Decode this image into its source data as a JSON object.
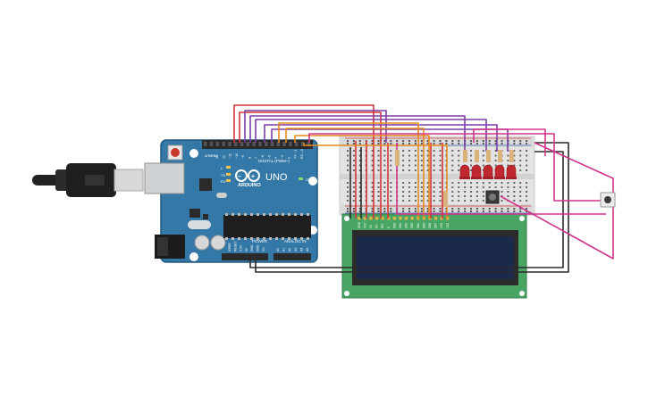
{
  "arduino": {
    "brand": "ARDUINO",
    "model": "UNO",
    "digital_label": "DIGITAL (PWM~)",
    "power_label": "POWER",
    "analog_label": "ANALOG IN",
    "on_label": "ON",
    "aref_label": "AREF",
    "gnd_label": "GND",
    "tx_label": "TX",
    "rx_label": "RX",
    "l_label": "L",
    "digital_pins": [
      "13",
      "12",
      "~11",
      "~10",
      "~9",
      "8",
      "7",
      "~6",
      "~5",
      "4",
      "~3",
      "2",
      "TX→1",
      "RX←0"
    ],
    "power_pins": [
      "IOREF",
      "RESET",
      "3.3V",
      "5V",
      "GND",
      "GND",
      "Vin"
    ],
    "analog_pins": [
      "A0",
      "A1",
      "A2",
      "A3",
      "A4",
      "A5"
    ]
  },
  "lcd": {
    "pin_labels": [
      "GND",
      "VCC",
      "V0",
      "RS",
      "RW",
      "E",
      "DB0",
      "DB1",
      "DB2",
      "DB3",
      "DB4",
      "DB5",
      "DB6",
      "DB7",
      "LED",
      "LED"
    ]
  },
  "breadboard": {
    "columns": 30
  },
  "leds": {
    "count": 5,
    "color": "#c0282f"
  },
  "colors": {
    "board": "#3378a6",
    "red_wire": "#d23333",
    "purple_wire": "#7b3fa6",
    "orange_wire": "#e58a1f",
    "magenta_wire": "#d0338a",
    "black_wire": "#2a2a2a",
    "lcd_pcb": "#49a564",
    "lcd_screen": "#1b2a4a"
  }
}
